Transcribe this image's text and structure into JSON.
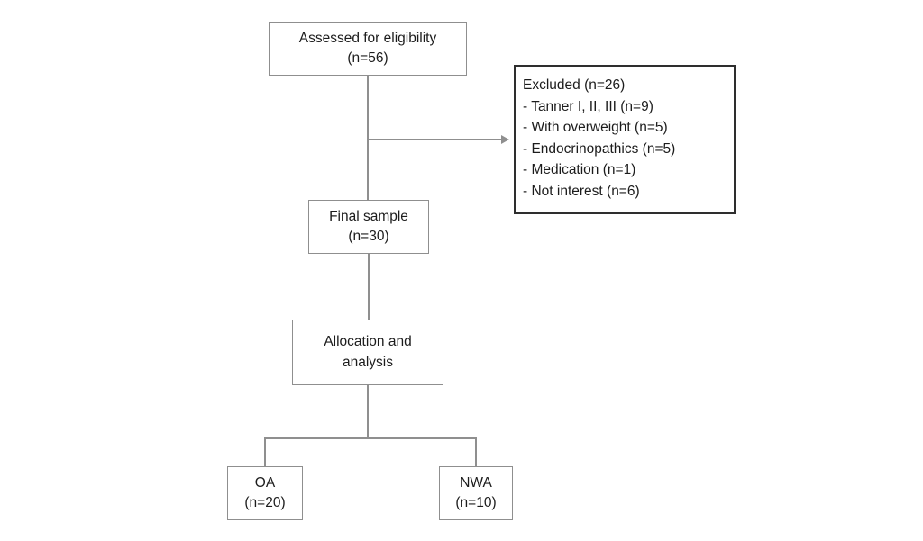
{
  "flow": {
    "eligibility": {
      "line1": "Assessed for eligibility",
      "line2": "(n=56)"
    },
    "excluded": {
      "title": "Excluded (n=26)",
      "items": [
        "- Tanner I, II, III (n=9)",
        "- With overweight (n=5)",
        "- Endocrinopathics (n=5)",
        "- Medication (n=1)",
        "- Not interest (n=6)"
      ]
    },
    "final_sample": {
      "line1": "Final sample",
      "line2": "(n=30)"
    },
    "allocation": {
      "line1": "Allocation and",
      "line2": "analysis"
    },
    "group_oa": {
      "line1": "OA",
      "line2": "(n=20)"
    },
    "group_nwa": {
      "line1": "NWA",
      "line2": "(n=10)"
    },
    "colors": {
      "box_border": "#8f8f8f",
      "excluded_border": "#2e2e2e",
      "connector": "#8f8f8f",
      "text": "#1c1c1c",
      "background": "#ffffff"
    }
  }
}
